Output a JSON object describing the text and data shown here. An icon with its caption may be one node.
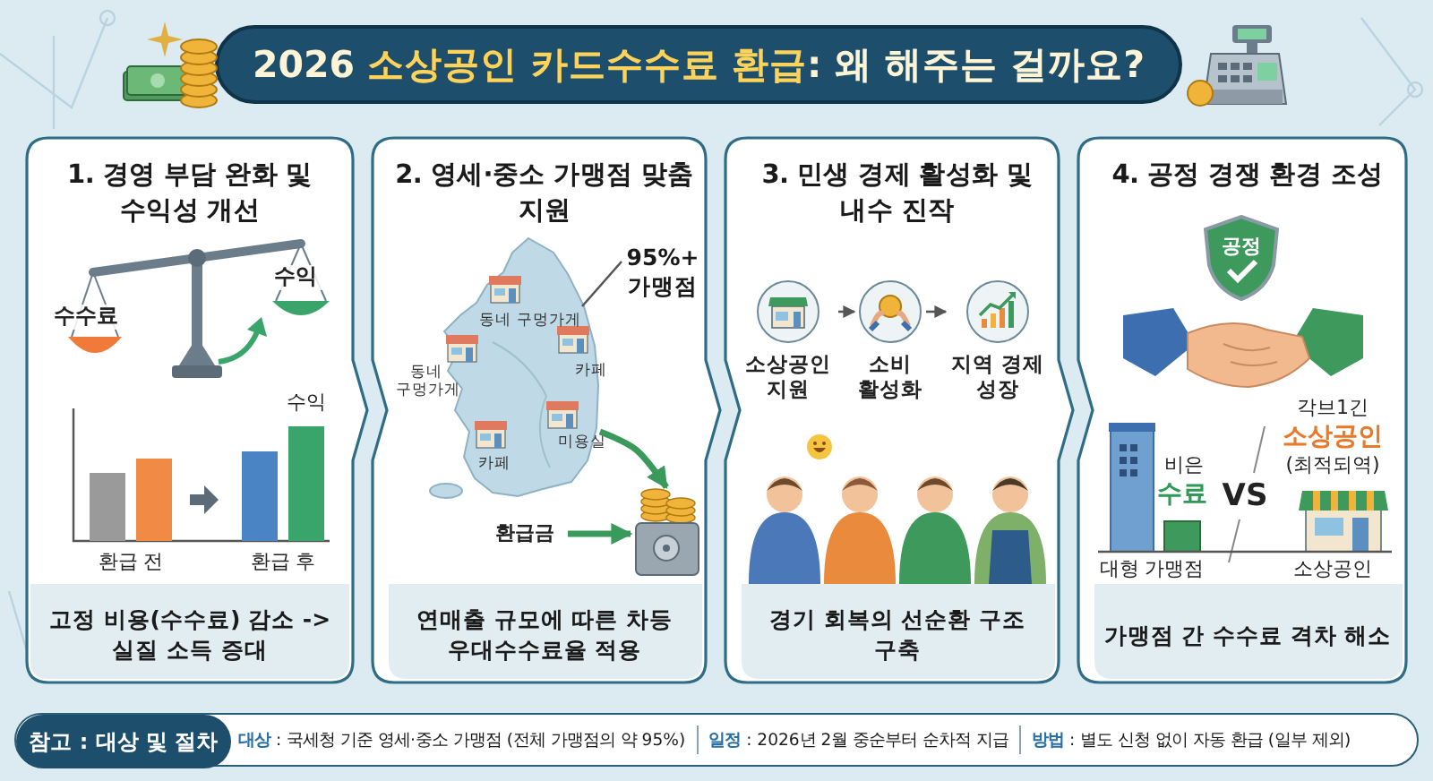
{
  "diagram": {
    "title": "2026 **소상공인 카드수수료 환급**: 왜 해주는 걸까요?",
    "nodes": [
      {
        "text": [
          "1. 경영 부담 완화 및 수익성 개선",
          "고정 비용(수수료) 감소 -> 실질 소득 증대"
        ]
      },
      {
        "text": [
          "2. 영세·중소 가맹점 맞춤 지원",
          "연매출 규모에 따른 차등 우대수수료율 적용"
        ]
      },
      {
        "text": [
          "3. 민생 경제 활성화 및 내수 진작",
          "경기 회복의 선순환 구조 구축"
        ]
      },
      {
        "text": [
          "4. 공정 경쟁 환경 조성",
          "가맹점 간 수수료 격차 해소"
        ]
      },
      {
        "text": [],
        "shape": "picture",
        "in": 1
      },
      {
        "text": [
          "95%+ 가맹점"
        ],
        "in": 1
      },
      {
        "text": [],
        "shape": "picture",
        "in": 1
      },
      {
        "text": [
          "환급금"
        ],
        "in": 1
      },
      {
        "text": [
          "소상공인 지원"
        ],
        "in": 2
      },
      {
        "text": [
          "소비 활성화"
        ],
        "in": 2
      },
      {
        "text": [
          "지역 경제 성장"
        ],
        "in": 2
      },
      {
        "text": [
          "**대상** : 국세청 기준 영세·중소 가맹점 (전체 가맹점의 약 95%)",
          "**일정** : 2026년 2월 중순부터 순차적 지급",
          "**방법** : 별도 신청 없이 자동 환급 (일부 제외)"
        ]
      },
      {
        "text": [
          "참고 : 대상 및 절차"
        ],
        "in": 11
      }
    ],
    "edges": [
      {
        "from": 5,
        "to": 4,
        "arrow": "none"
      },
      {
        "from": 7,
        "to": 6,
        "arrow": "to",
        "style": "thick",
        "color": "#3a9a5b"
      },
      {
        "from": 4,
        "to": 6,
        "arrow": "to",
        "style": "thick",
        "color": "#3a9a5b"
      },
      {
        "from": 8,
        "to": 9,
        "arrow": "to"
      },
      {
        "from": 9,
        "to": 10,
        "arrow": "to"
      }
    ],
    "labels": [
      "수수료",
      "수익",
      "수익",
      "환급 전",
      "환급 후",
      "동네 구멍가게",
      "카페",
      "동네 구멍가게",
      "미용실",
      "카페",
      "공정",
      "비은",
      "수료",
      "VS",
      "각브1긴",
      "소상공인",
      "(최적되역)",
      "대형 가맹점",
      "소상공인"
    ]
  }
}
